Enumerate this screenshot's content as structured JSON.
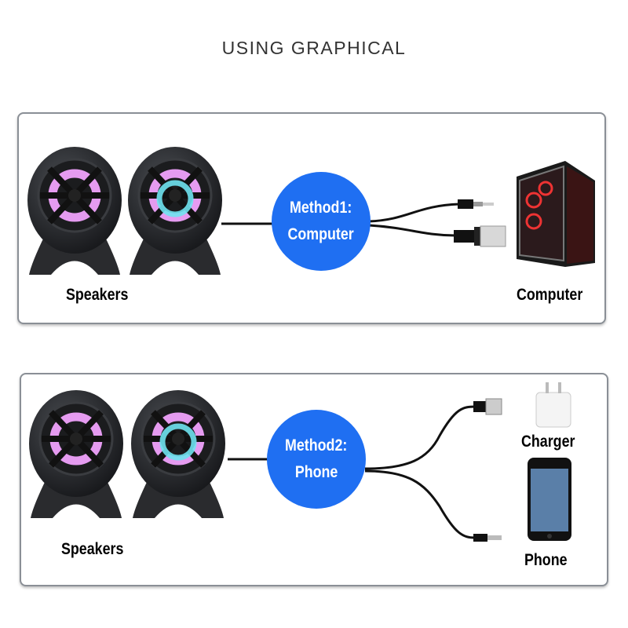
{
  "title": "USING GRAPHICAL",
  "method1": {
    "bubble_line1": "Method1:",
    "bubble_line2": "Computer",
    "left_label": "Speakers",
    "right_label": "Computer"
  },
  "method2": {
    "bubble_line1": "Method2:",
    "bubble_line2": "Phone",
    "left_label": "Speakers",
    "top_right_label": "Charger",
    "bottom_right_label": "Phone"
  },
  "colors": {
    "bubble": "#1f6ff2",
    "left_speaker_light": "#e59bf0",
    "right_speaker_light": "#6fe3f0",
    "border": "#8a8f96"
  }
}
